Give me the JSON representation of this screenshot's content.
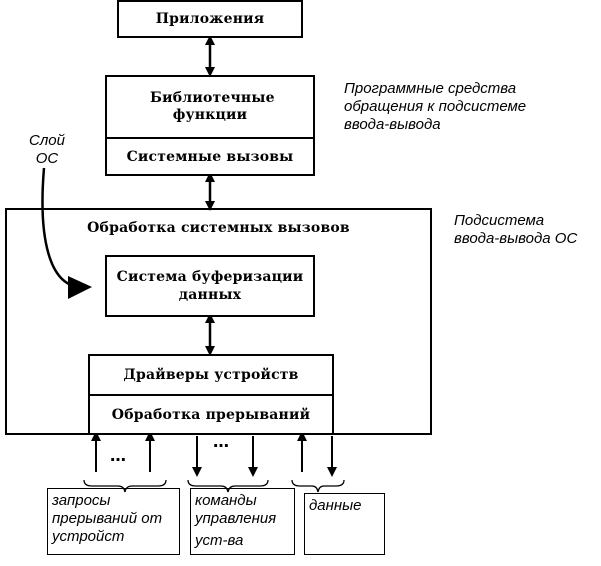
{
  "boxes": {
    "applications": "Приложения",
    "library_functions": "Библиотечные функции",
    "system_calls": "Системные вызовы",
    "syscall_processing": "Обработка системных вызовов",
    "buffering_system": "Система буферизации данных",
    "device_drivers": "Драйверы устройств",
    "interrupt_processing": "Обработка прерываний"
  },
  "annotations": {
    "software_means_line1": "Программные средства",
    "software_means_line2": "обращения к подсистеме",
    "software_means_line3": "ввода-вывода",
    "io_subsystem_line1": "Подсистема",
    "io_subsystem_line2": "ввода-вывода ОС",
    "os_layer_line1": "Слой",
    "os_layer_line2": "ОС"
  },
  "bottom": {
    "ellipsis": "…",
    "requests_line1": "запросы",
    "requests_line2": "прерываний от",
    "requests_line3": "устройст",
    "commands_line1": "команды",
    "commands_line2": "управления",
    "commands_line3": "уст-ва",
    "data": "данные"
  }
}
